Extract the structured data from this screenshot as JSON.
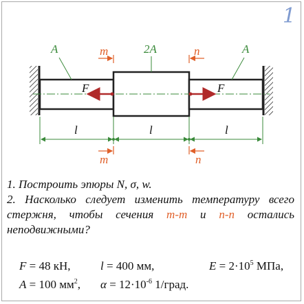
{
  "problem_number": "1",
  "figure": {
    "area_left": "A",
    "area_middle": "2A",
    "area_right": "A",
    "section_m": "m",
    "section_n": "n",
    "force_left": "F",
    "force_right": "F",
    "length_1": "l",
    "length_2": "l",
    "length_3": "l",
    "colors": {
      "accent": "#e0602a",
      "force": "#b02a2a",
      "dim": "#3a8a3a",
      "number": "#7f9bd0"
    }
  },
  "tasks": {
    "item1": "1.  Построить эпюры N, σ, w.",
    "item2_pre": "2. Насколько следует изменить температуру всего стержня, чтобы сечения ",
    "item2_m": "m-m",
    "item2_and": " и ",
    "item2_n": "n-n",
    "item2_post": " остались неподвижными?"
  },
  "given": {
    "F_sym": "F",
    "F_val": " = 48 кН,",
    "l_sym": "l",
    "l_val": " = 400 мм,",
    "E_sym": "E",
    "E_val": " = 2·10",
    "E_exp": "5",
    "E_unit": " МПа,",
    "A_sym": "A",
    "A_val": " = 100 мм",
    "A_exp": "2",
    "A_sep": ",",
    "alpha_sym": "α",
    "alpha_val": " = 12·10",
    "alpha_exp": "-6",
    "alpha_unit": " 1/град."
  }
}
